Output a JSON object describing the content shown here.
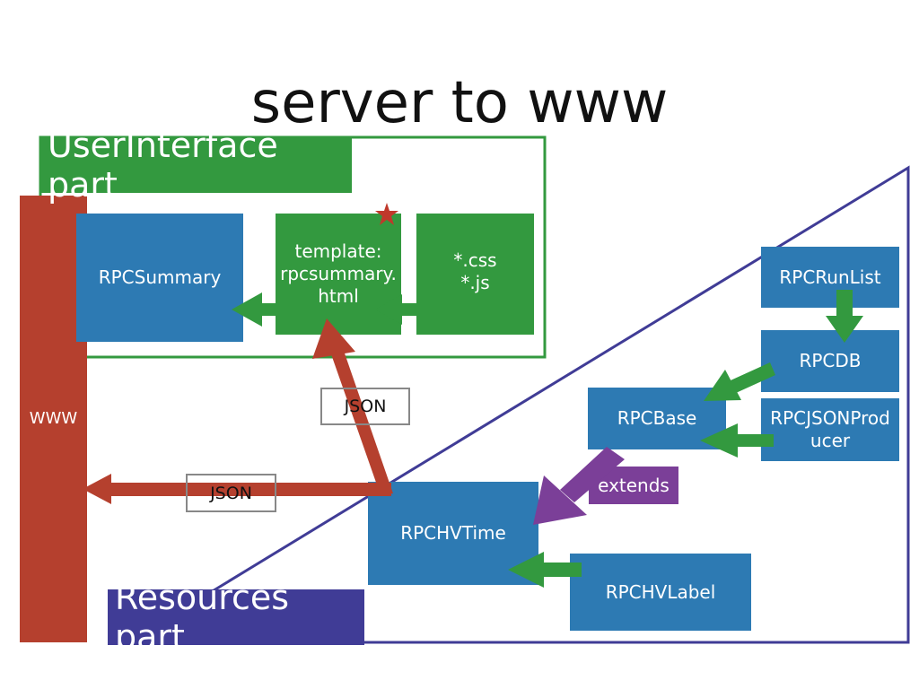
{
  "title": "server to www",
  "regions": {
    "ui_part": "UserInterface part",
    "resources_part": "Resources part",
    "www": "WWW"
  },
  "nodes": {
    "rpc_summary": "RPCSummary",
    "template_line1": "template:",
    "template_line2": "rpcsummary.",
    "template_line3": "html",
    "assets_line1": "*.css",
    "assets_line2": "*.js",
    "rpc_run_list": "RPCRunList",
    "rpc_db": "RPCDB",
    "rpc_base": "RPCBase",
    "rpc_json_producer_line1": "RPCJSONProd",
    "rpc_json_producer_line2": "ucer",
    "rpc_hv_time": "RPCHVTime",
    "rpc_hv_label": "RPCHVLabel"
  },
  "edge_labels": {
    "json_up": "JSON",
    "json_left": "JSON",
    "extends": "extends"
  },
  "colors": {
    "ui_green": "#33993f",
    "node_blue": "#2d7ab3",
    "www_red": "#b5402e",
    "resources_indigo": "#403c96",
    "extends_purple": "#7b3f98",
    "star_red": "#c0392b"
  }
}
